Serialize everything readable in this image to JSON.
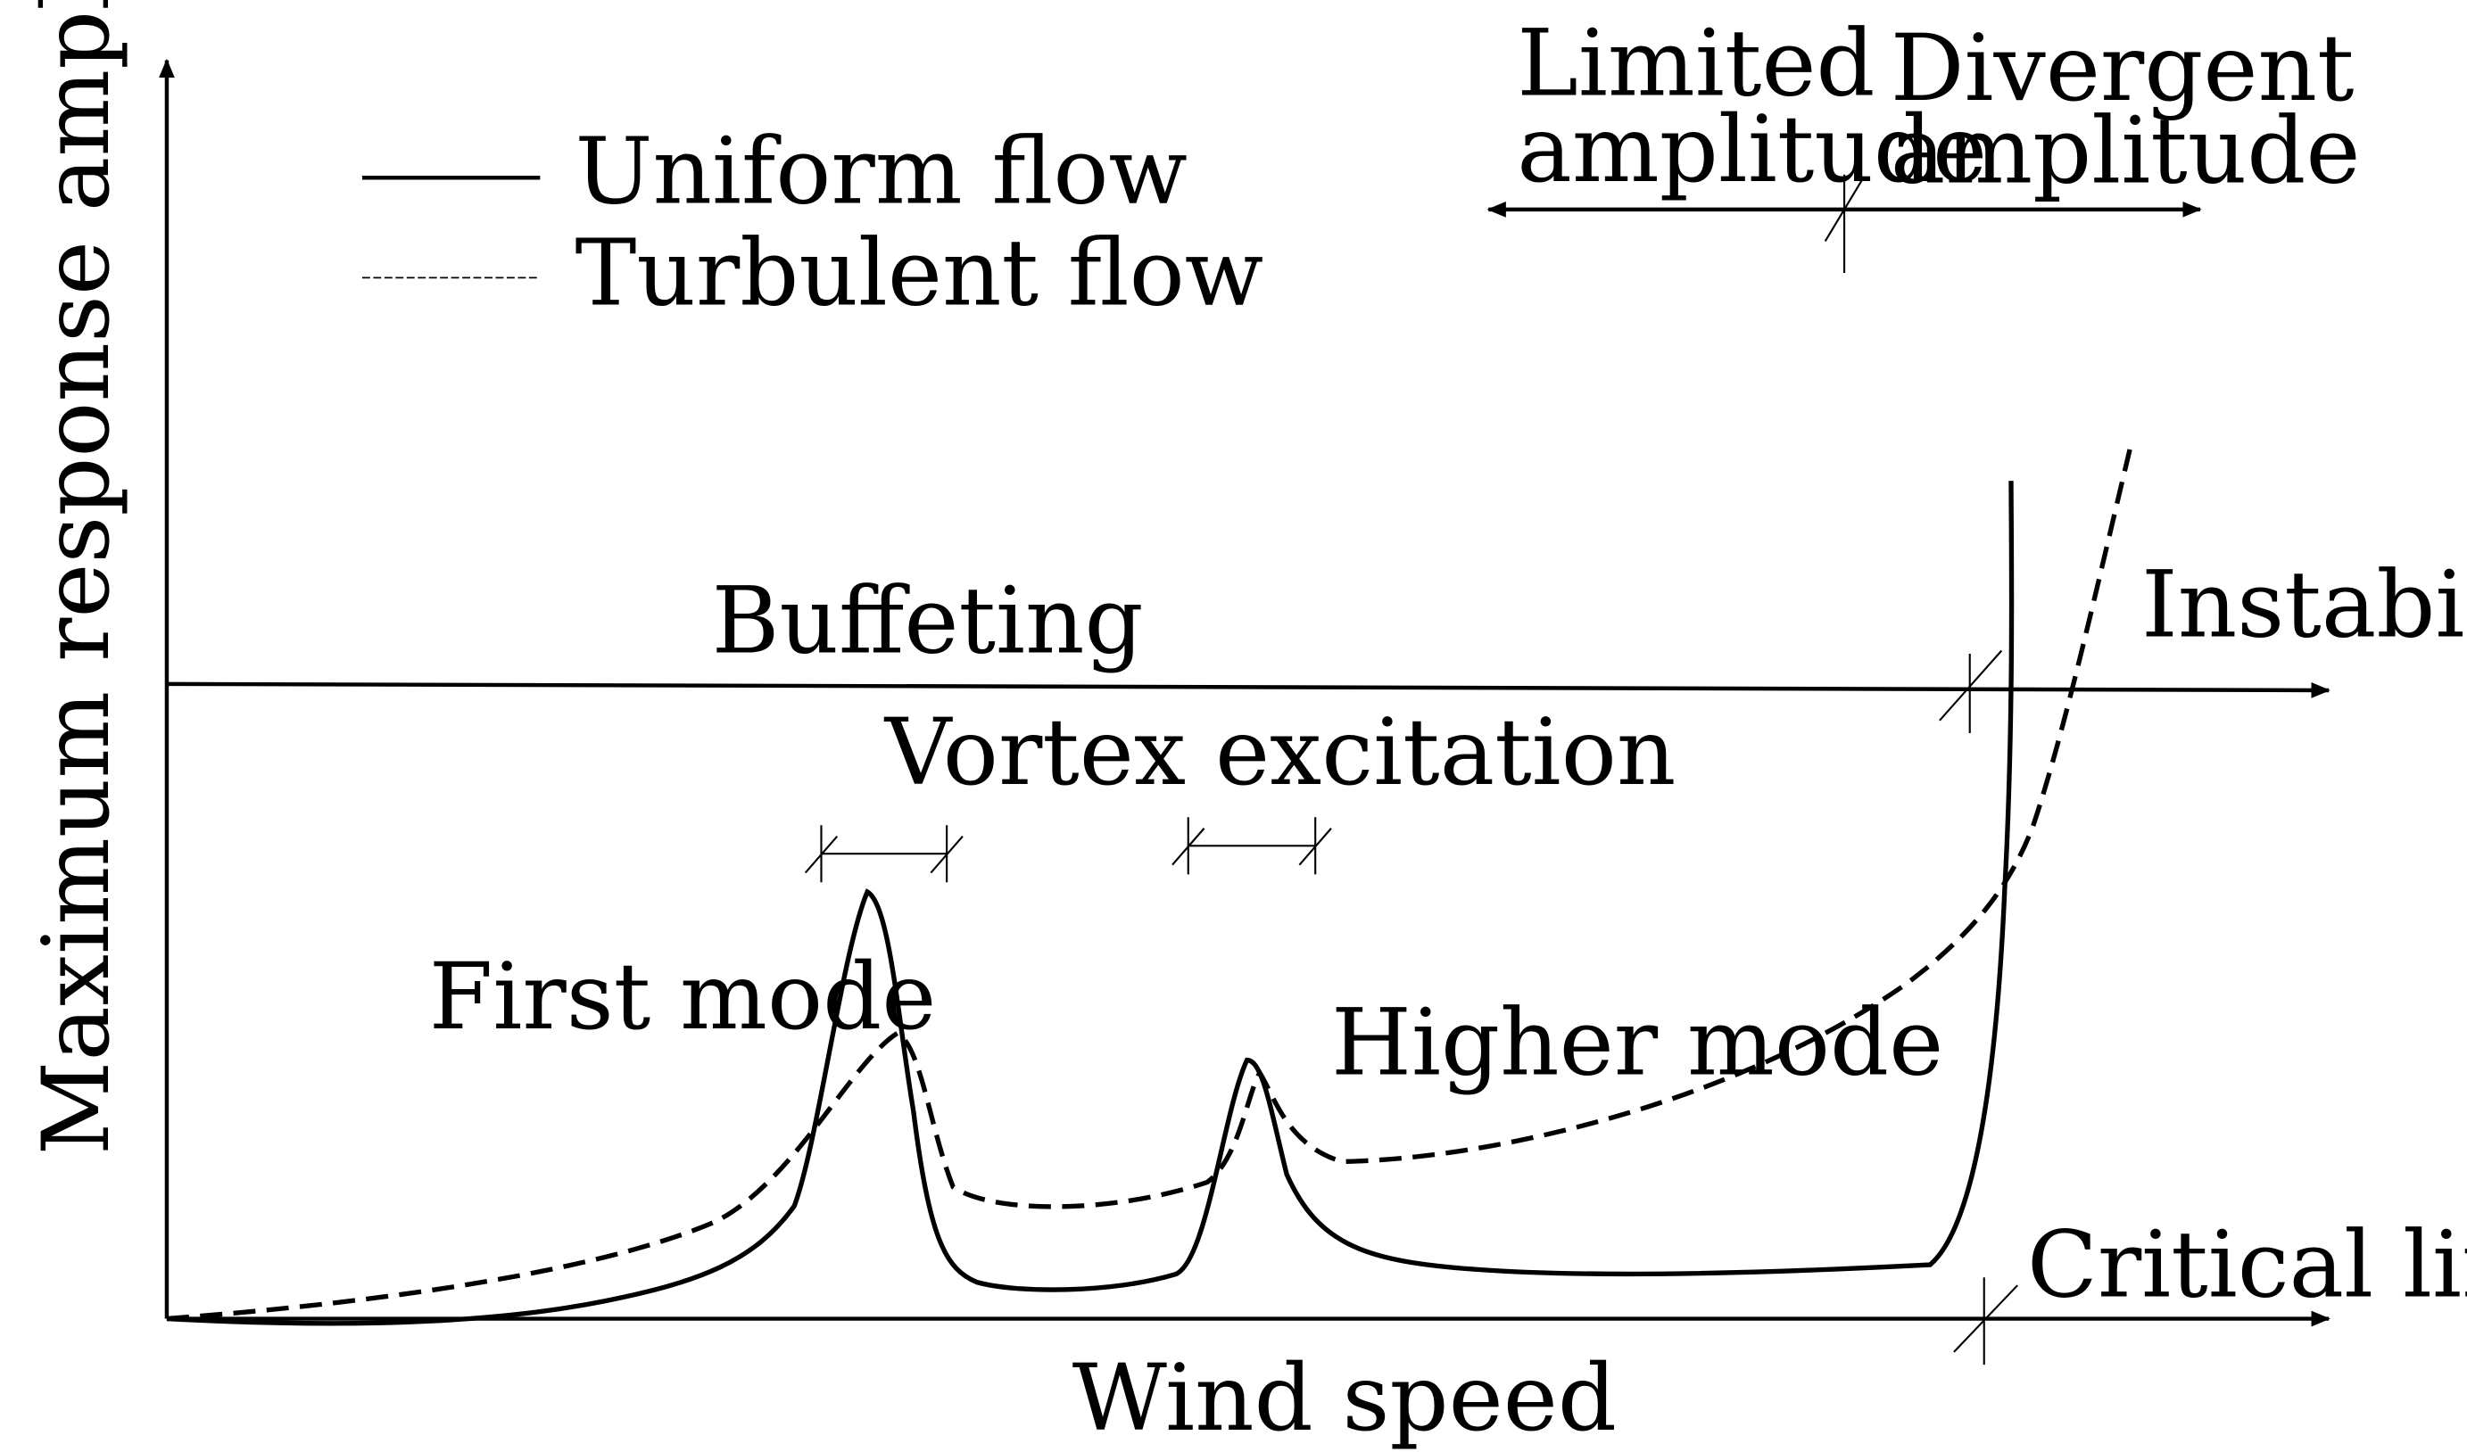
{
  "diagram": {
    "legend": {
      "uniform": "Uniform flow",
      "turbulent": "Turbulent flow"
    },
    "axes": {
      "x_label": "Wind speed",
      "y_label": "Maximum response amplitude"
    },
    "labels": {
      "limited": "Limited amplitude",
      "divergent": "Divergent amplitude",
      "buffeting": "Buffeting",
      "instability": "Instability",
      "vortex": "Vortex excitation",
      "first_mode": "First mode",
      "higher_mode": "Higher mode",
      "critical_limit": "Critical limit"
    },
    "colors": {
      "ink": "#000000",
      "background": "#ffffff"
    }
  }
}
